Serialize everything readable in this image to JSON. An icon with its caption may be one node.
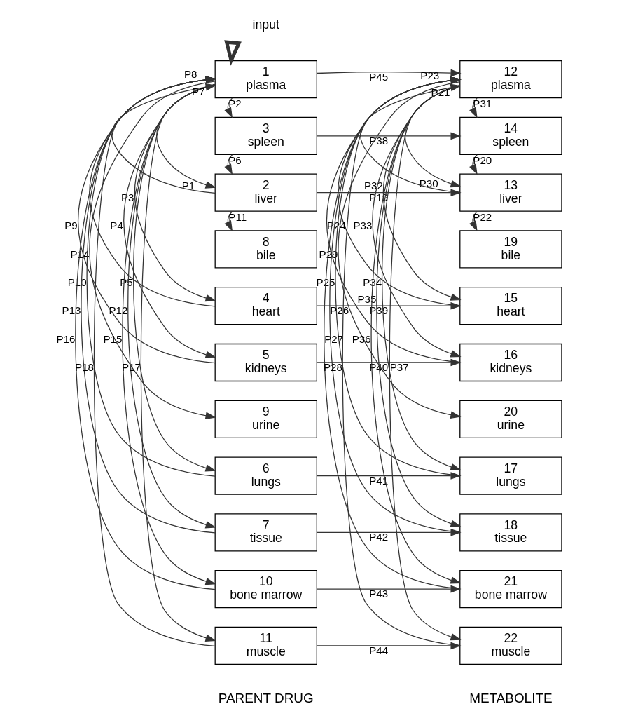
{
  "diagram": {
    "nodes": [
      {
        "text": [
          "input"
        ]
      },
      {
        "text": [
          "1",
          "plasma"
        ]
      },
      {
        "text": [
          "3",
          "spleen"
        ]
      },
      {
        "text": [
          "2",
          "liver"
        ]
      },
      {
        "text": [
          "8",
          "bile"
        ]
      },
      {
        "text": [
          "4",
          "heart"
        ]
      },
      {
        "text": [
          "5",
          "kidneys"
        ]
      },
      {
        "text": [
          "9",
          "urine"
        ]
      },
      {
        "text": [
          "6",
          "lungs"
        ]
      },
      {
        "text": [
          "7",
          "tissue"
        ]
      },
      {
        "text": [
          "10",
          "bone marrow"
        ]
      },
      {
        "text": [
          "11",
          "muscle"
        ]
      },
      {
        "text": [
          "12",
          "plasma"
        ]
      },
      {
        "text": [
          "14",
          "spleen"
        ]
      },
      {
        "text": [
          "13",
          "liver"
        ]
      },
      {
        "text": [
          "19",
          "bile"
        ]
      },
      {
        "text": [
          "15",
          "heart"
        ]
      },
      {
        "text": [
          "16",
          "kidneys"
        ]
      },
      {
        "text": [
          "20",
          "urine"
        ]
      },
      {
        "text": [
          "17",
          "lungs"
        ]
      },
      {
        "text": [
          "18",
          "tissue"
        ]
      },
      {
        "text": [
          "21",
          "bone marrow"
        ]
      },
      {
        "text": [
          "22",
          "muscle"
        ]
      }
    ],
    "edges": [
      {
        "from": 0,
        "to": 1,
        "arrow": "to",
        "style": "thick"
      },
      {
        "from": 1,
        "to": 12,
        "arrow": "to",
        "label": "P45"
      },
      {
        "from": 1,
        "to": 2,
        "arrow": "to",
        "label": "P2"
      },
      {
        "from": 1,
        "to": 3,
        "arrow": "to",
        "label": "P1"
      },
      {
        "from": 1,
        "to": 5,
        "arrow": "to",
        "label": "P3"
      },
      {
        "from": 1,
        "to": 6,
        "arrow": "to",
        "label": "P4"
      },
      {
        "from": 1,
        "to": 7,
        "arrow": "to",
        "label": "P14"
      },
      {
        "from": 1,
        "to": 8,
        "arrow": "to",
        "label": "P5"
      },
      {
        "from": 1,
        "to": 9,
        "arrow": "to",
        "label": "P12"
      },
      {
        "from": 1,
        "to": 10,
        "arrow": "to",
        "label": "P15"
      },
      {
        "from": 1,
        "to": 11,
        "arrow": "to",
        "label": "P17"
      },
      {
        "from": 2,
        "to": 3,
        "arrow": "to",
        "label": "P6"
      },
      {
        "from": 3,
        "to": 4,
        "arrow": "to",
        "label": "P11"
      },
      {
        "from": 3,
        "to": 1,
        "arrow": "to",
        "label": "P7"
      },
      {
        "from": 5,
        "to": 1,
        "arrow": "to",
        "label": "P8"
      },
      {
        "from": 6,
        "to": 1,
        "arrow": "to",
        "label": "P9"
      },
      {
        "from": 8,
        "to": 1,
        "arrow": "to",
        "label": "P10"
      },
      {
        "from": 9,
        "to": 1,
        "arrow": "to",
        "label": "P13"
      },
      {
        "from": 10,
        "to": 1,
        "arrow": "to",
        "label": "P16"
      },
      {
        "from": 11,
        "to": 1,
        "arrow": "to",
        "label": "P18"
      },
      {
        "from": 2,
        "to": 13,
        "arrow": "to",
        "label": "P38"
      },
      {
        "from": 3,
        "to": 14,
        "arrow": "to",
        "label": "P19"
      },
      {
        "from": 5,
        "to": 16,
        "arrow": "to",
        "label": "P39"
      },
      {
        "from": 6,
        "to": 17,
        "arrow": "to",
        "label": "P40"
      },
      {
        "from": 8,
        "to": 19,
        "arrow": "to",
        "label": "P41"
      },
      {
        "from": 9,
        "to": 20,
        "arrow": "to",
        "label": "P42"
      },
      {
        "from": 10,
        "to": 21,
        "arrow": "to",
        "label": "P43"
      },
      {
        "from": 11,
        "to": 22,
        "arrow": "to",
        "label": "P44"
      },
      {
        "from": 12,
        "to": 13,
        "arrow": "to",
        "label": "P31"
      },
      {
        "from": 12,
        "to": 14,
        "arrow": "to",
        "label": "P30"
      },
      {
        "from": 12,
        "to": 16,
        "arrow": "to",
        "label": "P32"
      },
      {
        "from": 12,
        "to": 17,
        "arrow": "to",
        "label": "P33"
      },
      {
        "from": 12,
        "to": 18,
        "arrow": "to",
        "label": "P29"
      },
      {
        "from": 12,
        "to": 19,
        "arrow": "to",
        "label": "P34"
      },
      {
        "from": 12,
        "to": 20,
        "arrow": "to",
        "label": "P35"
      },
      {
        "from": 12,
        "to": 21,
        "arrow": "to",
        "label": "P36"
      },
      {
        "from": 12,
        "to": 22,
        "arrow": "to",
        "label": "P37"
      },
      {
        "from": 13,
        "to": 14,
        "arrow": "to",
        "label": "P20"
      },
      {
        "from": 14,
        "to": 15,
        "arrow": "to",
        "label": "P22"
      },
      {
        "from": 14,
        "to": 12,
        "arrow": "to",
        "label": "P21"
      },
      {
        "from": 16,
        "to": 12,
        "arrow": "to",
        "label": "P23"
      },
      {
        "from": 17,
        "to": 12,
        "arrow": "to",
        "label": "P24"
      },
      {
        "from": 19,
        "to": 12,
        "arrow": "to",
        "label": "P25"
      },
      {
        "from": 20,
        "to": 12,
        "arrow": "to",
        "label": "P26"
      },
      {
        "from": 21,
        "to": 12,
        "arrow": "to",
        "label": "P27"
      },
      {
        "from": 22,
        "to": 12,
        "arrow": "to",
        "label": "P28"
      }
    ],
    "labels": [
      "PARENT DRUG",
      "METABOLITE"
    ]
  }
}
